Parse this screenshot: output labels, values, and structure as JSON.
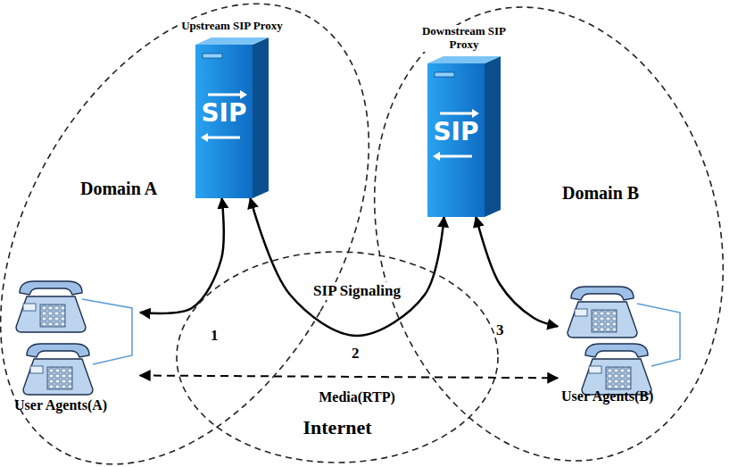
{
  "diagram": {
    "nodes": [
      {
        "text": [
          "Domain A"
        ]
      },
      {
        "text": [
          "Upstream SIP Proxy",
          "SIP"
        ],
        "in": 0
      },
      {
        "text": [
          "User Agents(A)"
        ],
        "in": 0
      },
      {
        "text": [
          "Internet"
        ]
      },
      {
        "text": [
          "Domain B"
        ]
      },
      {
        "text": [
          "Downstream SIP Proxy",
          "SIP"
        ],
        "in": 4
      },
      {
        "text": [
          "User Agents(B)"
        ],
        "in": 4
      }
    ],
    "edges": [
      {
        "from": 2,
        "to": 1,
        "arrow": "both",
        "label": "1"
      },
      {
        "from": 1,
        "to": 5,
        "arrow": "both",
        "label": "2"
      },
      {
        "from": 5,
        "to": 6,
        "arrow": "both",
        "label": "3"
      },
      {
        "from": 2,
        "to": 6,
        "arrow": "both",
        "label": "Media(RTP)"
      }
    ],
    "labels": [
      "SIP Signaling"
    ]
  }
}
